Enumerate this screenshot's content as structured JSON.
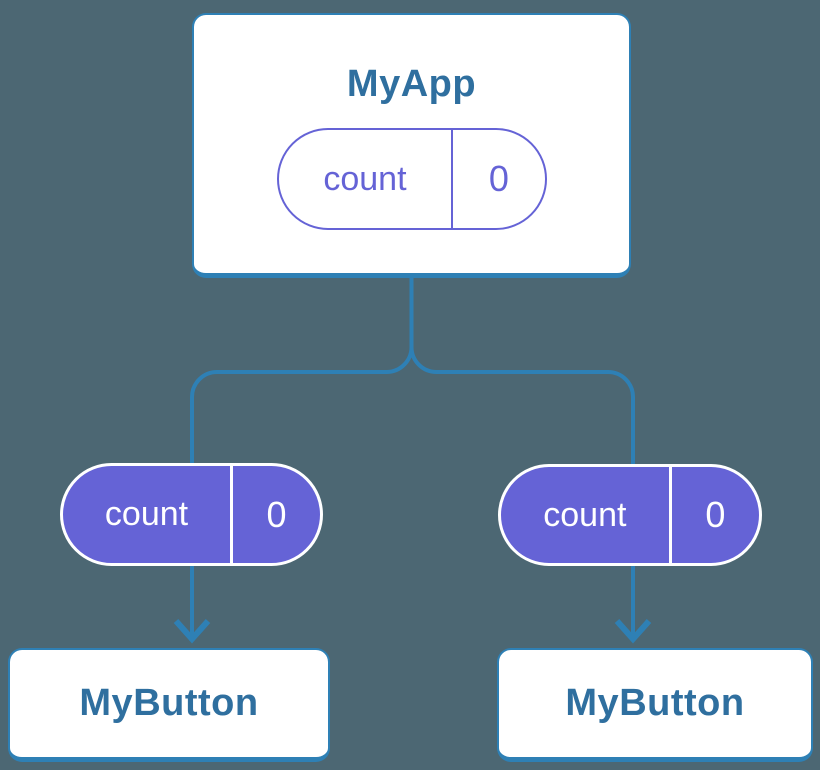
{
  "diagram": {
    "root": {
      "title": "MyApp",
      "state": {
        "name": "count",
        "value": "0"
      }
    },
    "props": [
      {
        "name": "count",
        "value": "0"
      },
      {
        "name": "count",
        "value": "0"
      }
    ],
    "children": [
      {
        "title": "MyButton"
      },
      {
        "title": "MyButton"
      }
    ]
  },
  "theme": {
    "background": "#4C6773",
    "line_blue": "#2E80B5",
    "text_blue": "#2F6F9F",
    "purple": "#6563D6",
    "white": "#FFFFFF"
  }
}
